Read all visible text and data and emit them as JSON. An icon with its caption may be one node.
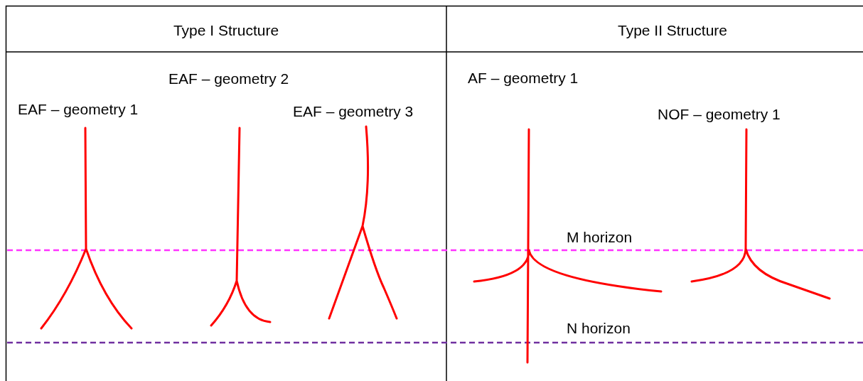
{
  "diagram": {
    "labels": [
      "Type I Structure",
      "Type II Structure",
      "EAF – geometry 2",
      "AF – geometry 1",
      "EAF – geometry 1",
      "EAF – geometry 3",
      "NOF – geometry 1",
      "M horizon",
      "N horizon"
    ]
  }
}
